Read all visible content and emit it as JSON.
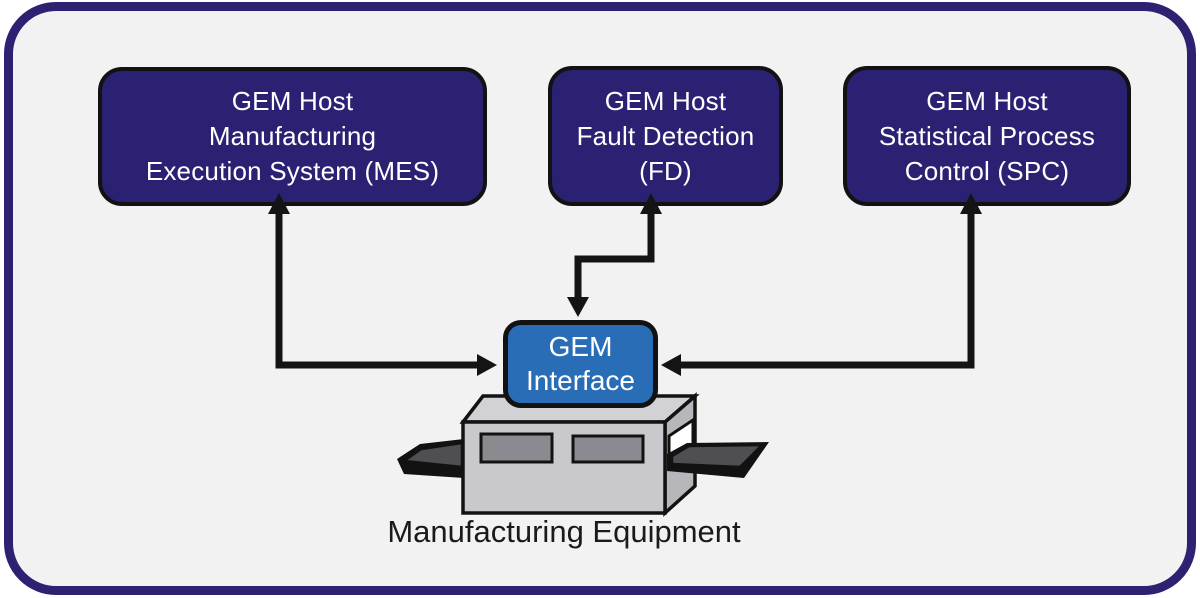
{
  "hosts": [
    {
      "id": "mes",
      "lines": [
        "GEM Host",
        "Manufacturing",
        "Execution System (MES)"
      ]
    },
    {
      "id": "fd",
      "lines": [
        "GEM Host",
        "Fault Detection",
        "(FD)"
      ]
    },
    {
      "id": "spc",
      "lines": [
        "GEM Host",
        "Statistical Process",
        "Control (SPC)"
      ]
    }
  ],
  "interface": {
    "lines": [
      "GEM",
      "Interface"
    ]
  },
  "equipment_label": "Manufacturing Equipment",
  "connectors": [
    {
      "from": "GEM Interface",
      "to": "GEM Host Manufacturing Execution System (MES)",
      "bidirectional": true
    },
    {
      "from": "GEM Interface",
      "to": "GEM Host Fault Detection (FD)",
      "bidirectional": true
    },
    {
      "from": "GEM Interface",
      "to": "GEM Host Statistical Process Control (SPC)",
      "bidirectional": true
    }
  ],
  "colors": {
    "frame_border": "#2c2271",
    "background": "#f2f2f2",
    "outline": "#121212",
    "host_box_fill": "#2b2172",
    "host_box_text": "#ffffff",
    "interface_fill": "#2a6db7",
    "arrow": "#141414",
    "equipment_body": "#c9c9cd",
    "equipment_top": "#d2d2d6",
    "equipment_side": "#b6b6bb",
    "equipment_window": "#8a8a90",
    "equipment_dark": "#4e4e53",
    "label_text": "#1a1a1a"
  }
}
